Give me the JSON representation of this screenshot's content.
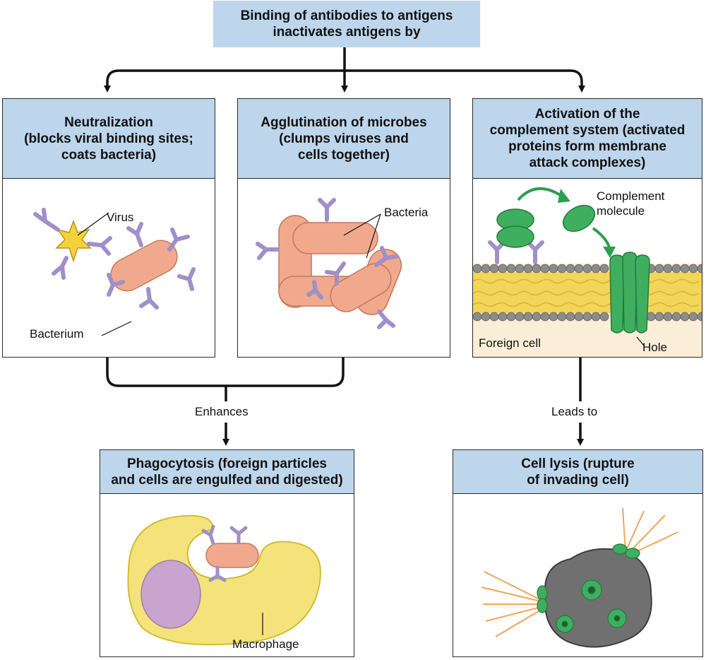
{
  "title": {
    "line1": "Binding of antibodies to antigens",
    "line2": "inactivates antigens by"
  },
  "neutralization": {
    "header": [
      "Neutralization",
      "(blocks viral binding sites;",
      "coats bacteria)"
    ],
    "virus_label": "Virus",
    "bacterium_label": "Bacterium"
  },
  "agglutination": {
    "header": [
      "Agglutination of microbes",
      "(clumps viruses and",
      "cells together)"
    ],
    "bacteria_label": "Bacteria"
  },
  "complement": {
    "header": [
      "Activation of the",
      "complement system (activated",
      "proteins form membrane",
      "attack complexes)"
    ],
    "complement_label": [
      "Complement",
      "molecule"
    ],
    "foreign_cell_label": "Foreign cell",
    "hole_label": "Hole"
  },
  "connectors": {
    "enhances": "Enhances",
    "leads_to": "Leads to"
  },
  "phagocytosis": {
    "header": [
      "Phagocytosis (foreign particles",
      "and cells are engulfed and digested)"
    ],
    "macrophage_label": "Macrophage"
  },
  "lysis": {
    "header": [
      "Cell lysis (rupture",
      "of invading cell)"
    ]
  },
  "colors": {
    "header_bg": "#bdd6ec",
    "antibody": "#9f8fca",
    "bacterium": "#f0a98c",
    "complement": "#3fae5e",
    "macrophage": "#f3e37a",
    "membrane_lipid": "#f2d65a"
  }
}
